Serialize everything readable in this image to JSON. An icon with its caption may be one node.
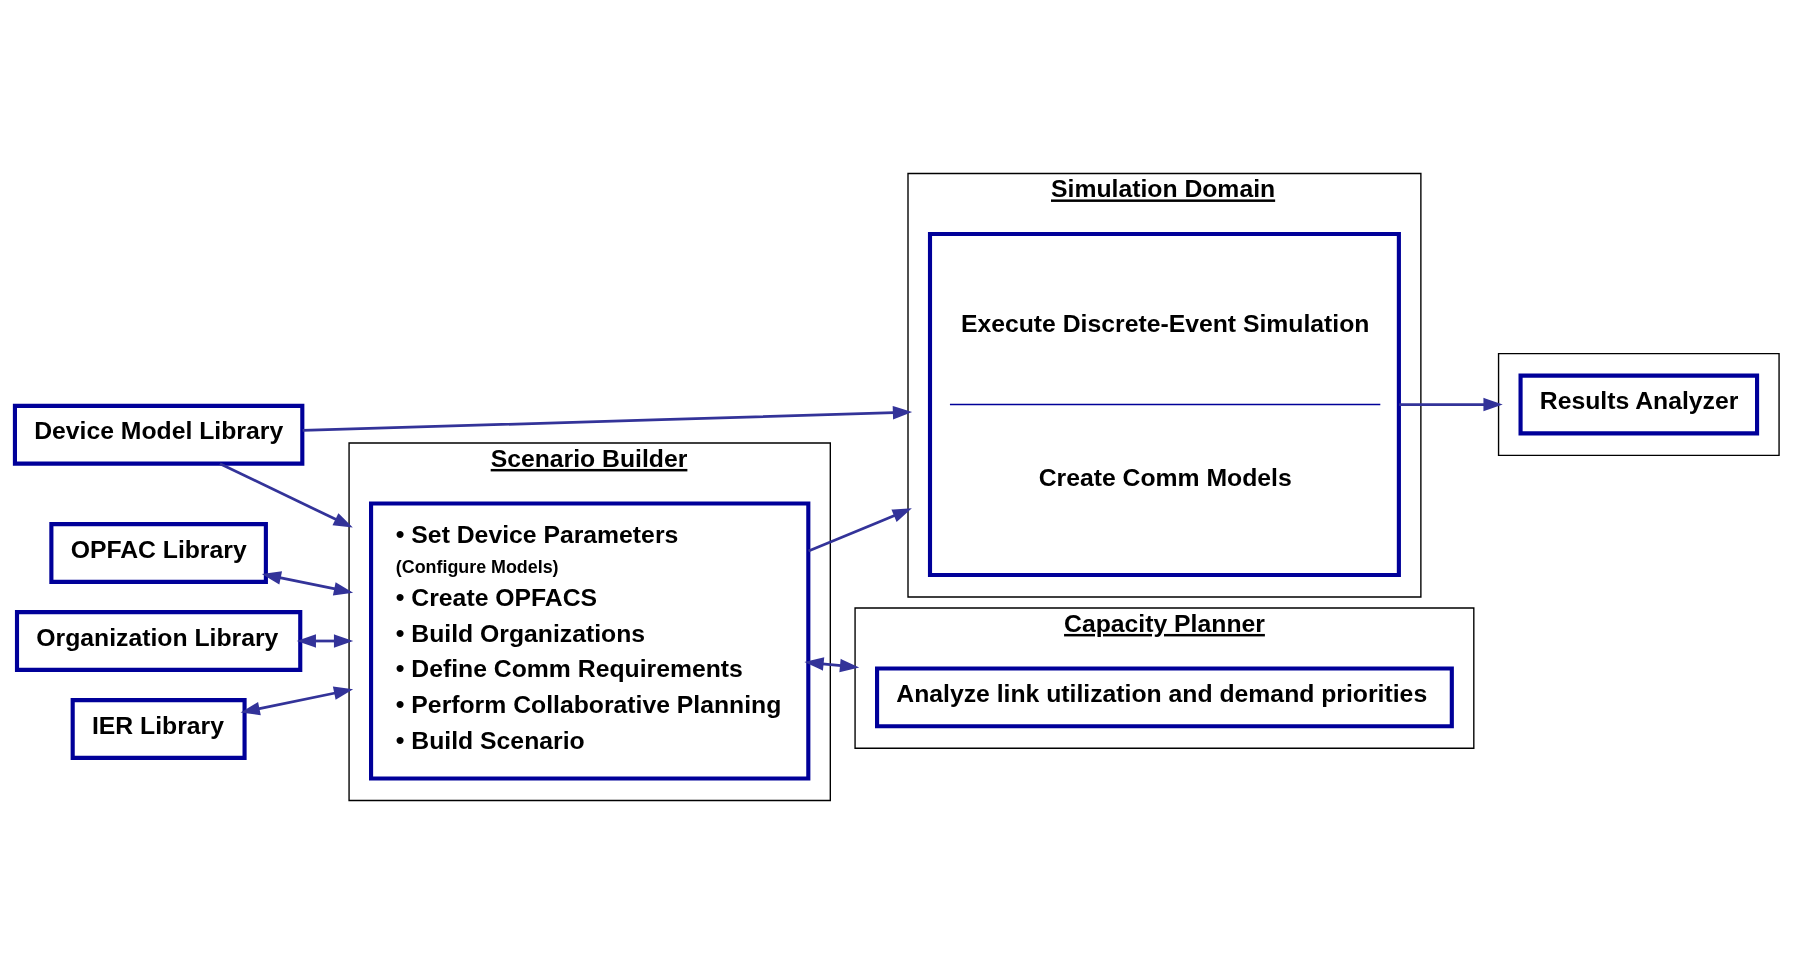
{
  "diagram": {
    "nodes": [
      {
        "text": [
          "Device Model Library"
        ]
      },
      {
        "text": [
          "OPFAC Library"
        ]
      },
      {
        "text": [
          "Organization Library"
        ]
      },
      {
        "text": [
          "IER Library"
        ]
      },
      {
        "text": [
          "Scenario Builder"
        ]
      },
      {
        "text": [
          "• Set Device Parameters",
          "(Configure Models)",
          "• Create OPFACS",
          "• Build Organizations",
          "• Define Comm Requirements",
          "• Perform Collaborative Planning",
          "• Build Scenario"
        ],
        "in": 4
      },
      {
        "text": [
          "Simulation Domain"
        ]
      },
      {
        "text": [
          "Execute Discrete-Event Simulation",
          "Create Comm Models"
        ],
        "in": 6
      },
      {
        "text": [],
        "shape": "box"
      },
      {
        "text": [
          "Results Analyzer"
        ],
        "in": 8
      },
      {
        "text": [
          "Capacity Planner"
        ]
      },
      {
        "text": [
          "Analyze link utilization and demand priorities"
        ],
        "in": 10
      }
    ],
    "edges": [
      {
        "from": 0,
        "to": 6,
        "arrow": "to"
      },
      {
        "from": 0,
        "to": 4,
        "arrow": "to"
      },
      {
        "from": 1,
        "to": 4,
        "arrow": "both"
      },
      {
        "from": 2,
        "to": 4,
        "arrow": "both"
      },
      {
        "from": 3,
        "to": 4,
        "arrow": "both"
      },
      {
        "from": 5,
        "to": 6,
        "arrow": "to"
      },
      {
        "from": 7,
        "to": 8,
        "arrow": "to"
      },
      {
        "from": 5,
        "to": 10,
        "arrow": "both"
      }
    ]
  }
}
